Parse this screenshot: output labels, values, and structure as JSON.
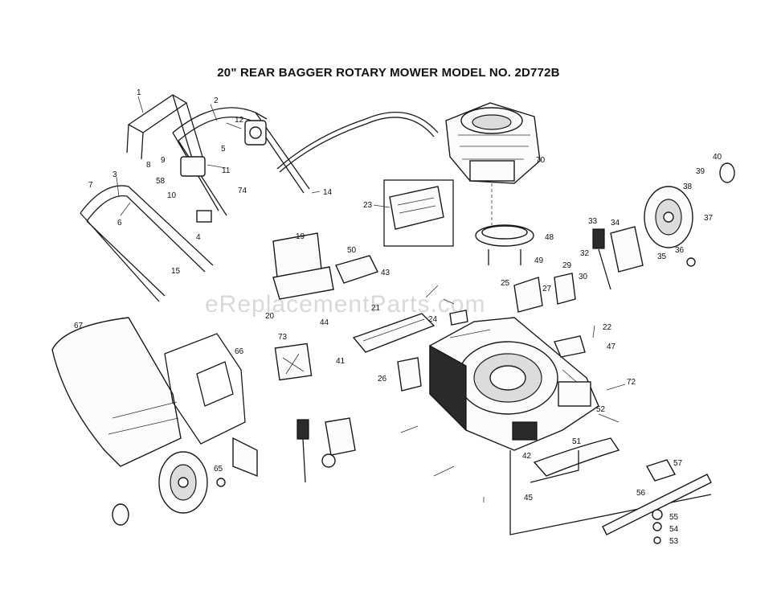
{
  "title": "20\" REAR BAGGER ROTARY MOWER MODEL NO. 2D772B",
  "watermark": "eReplacementParts.com",
  "callouts": [
    "1",
    "2",
    "3",
    "4",
    "5",
    "6",
    "7",
    "8",
    "9",
    "10",
    "11",
    "12",
    "14",
    "15",
    "19",
    "20",
    "21",
    "22",
    "23",
    "24",
    "25",
    "26",
    "27",
    "29",
    "30",
    "32",
    "33",
    "34",
    "35",
    "36",
    "37",
    "38",
    "39",
    "40",
    "41",
    "42",
    "43",
    "44",
    "45",
    "47",
    "48",
    "49",
    "50",
    "51",
    "52",
    "53",
    "54",
    "55",
    "56",
    "57",
    "58",
    "65",
    "66",
    "67",
    "70",
    "72",
    "73",
    "74"
  ],
  "colors": {
    "ink": "#1a1a1a",
    "background": "#ffffff"
  }
}
